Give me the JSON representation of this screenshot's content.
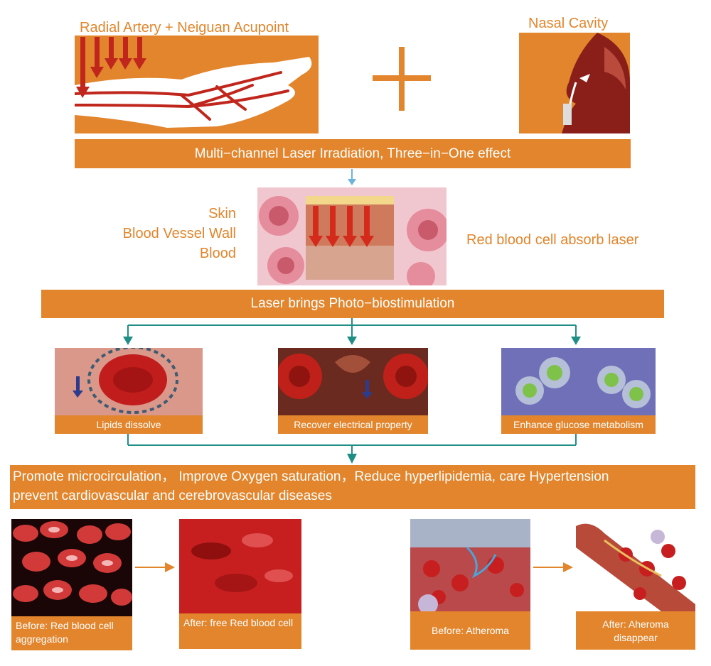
{
  "top": {
    "wrist_label": "Radial Artery + Neiguan Acupoint",
    "nasal_label": "Nasal Cavity",
    "plus_symbol": "+",
    "bar1": "Multi−channel Laser Irradiation, Three−in−One effect"
  },
  "middle": {
    "layers": [
      "Skin",
      "Blood Vessel Wall",
      "Blood"
    ],
    "absorb_label": "Red blood cell absorb laser",
    "bar2": "Laser brings Photo−biostimulation"
  },
  "effects": {
    "items": [
      "Lipids dissolve",
      "Recover electrical property",
      "Enhance glucose metabolism"
    ]
  },
  "benefits": {
    "line1": "Promote microcirculation， Improve Oxygen saturation，Reduce hyperlipidemia, care Hypertension",
    "line2": "prevent cardiovascular and cerebrovascular diseases"
  },
  "results": {
    "before_rbc": "Before: Red blood cell aggregation",
    "after_rbc": "After: free Red blood cell",
    "before_atheroma": "Before: Atheroma",
    "after_atheroma": "After: Aheroma disappear"
  },
  "colors": {
    "accent": "#e2852c",
    "connector": "#1f8f86",
    "arrow_blue": "#6bb5dc",
    "arrow_orange": "#e2852c"
  }
}
